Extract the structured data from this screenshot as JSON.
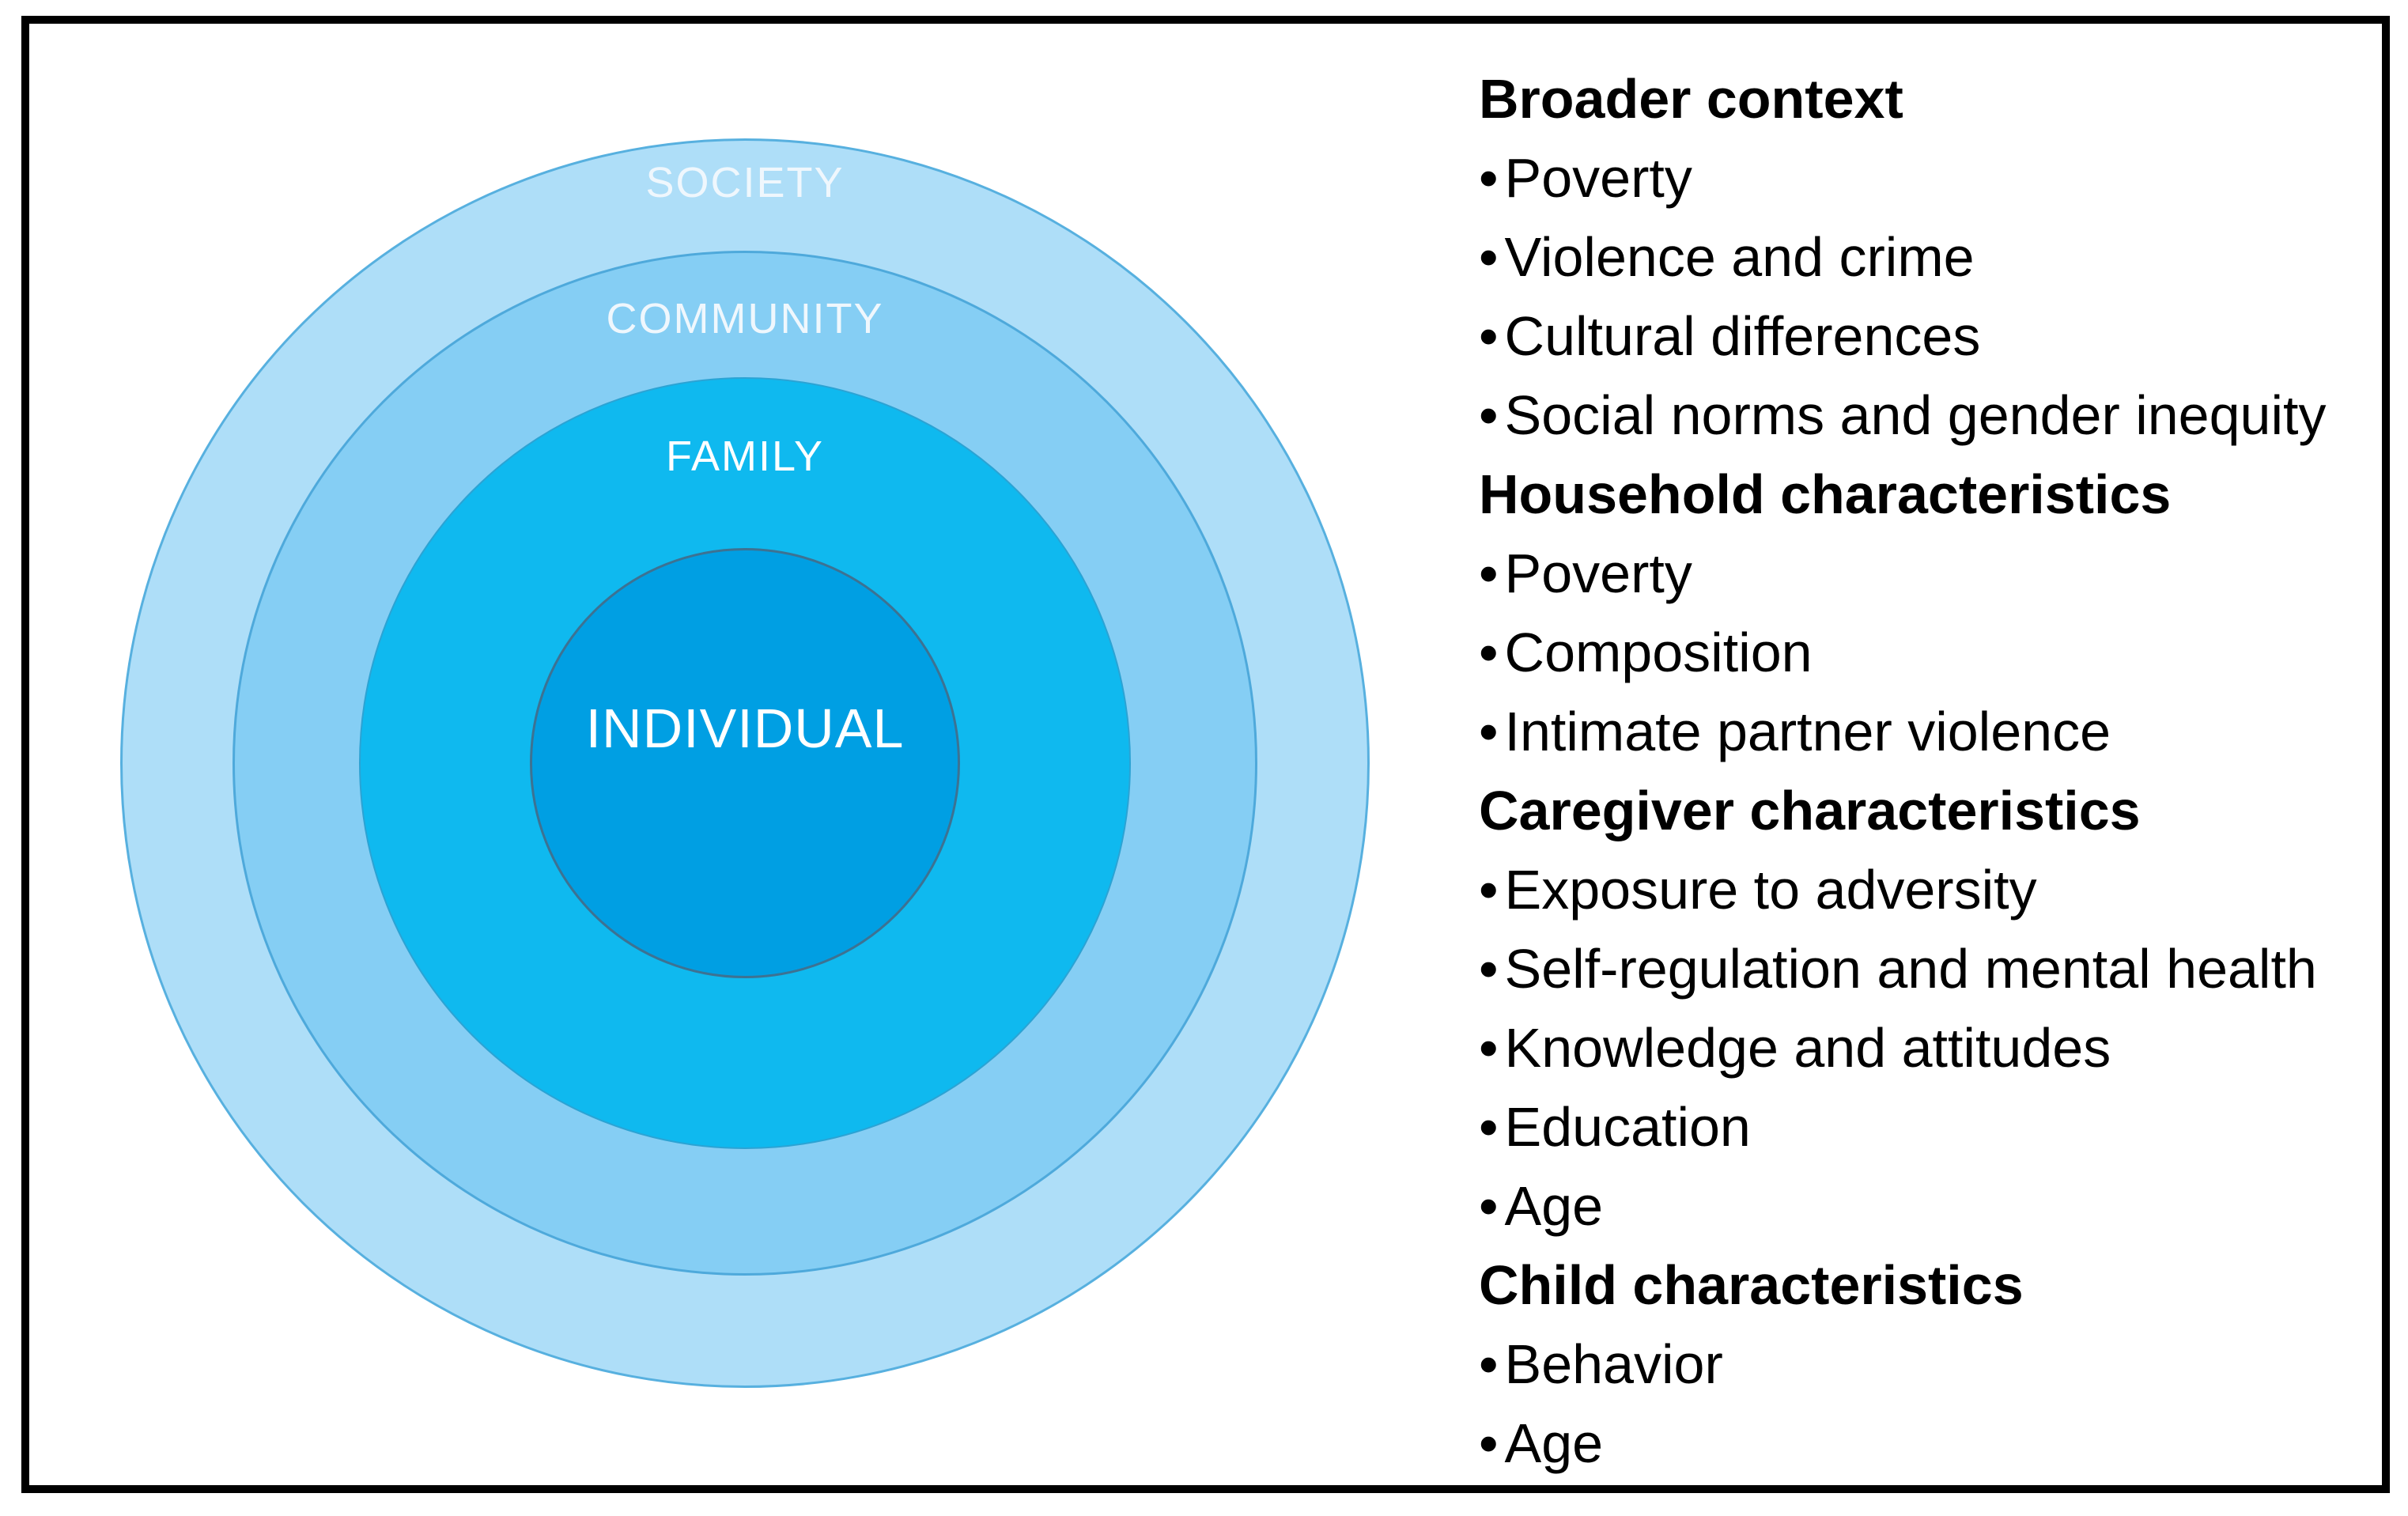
{
  "diagram": {
    "rings": [
      {
        "label": "SOCIETY",
        "fill": "#AEDEF8",
        "stroke": "#57B0DF"
      },
      {
        "label": "COMMUNITY",
        "fill": "#85CEF4",
        "stroke": "#4EA9DB"
      },
      {
        "label": "FAMILY",
        "fill": "#0FB9EF",
        "stroke": "#2BA3D4"
      },
      {
        "label": "INDIVIDUAL",
        "fill": "#009FE3",
        "stroke": "#3D7292"
      }
    ]
  },
  "legend": {
    "bullet": "•",
    "sections": [
      {
        "title": "Broader context",
        "items": [
          "Poverty",
          "Violence and crime",
          "Cultural differences",
          "Social norms and gender inequity"
        ]
      },
      {
        "title": "Household characteristics",
        "items": [
          "Poverty",
          "Composition",
          "Intimate partner violence"
        ]
      },
      {
        "title": "Caregiver characteristics",
        "items": [
          "Exposure to adversity",
          "Self-regulation and mental health",
          "Knowledge and attitudes",
          "Education",
          "Age"
        ]
      },
      {
        "title": "Child characteristics",
        "items": [
          "Behavior",
          "Age"
        ]
      }
    ]
  }
}
